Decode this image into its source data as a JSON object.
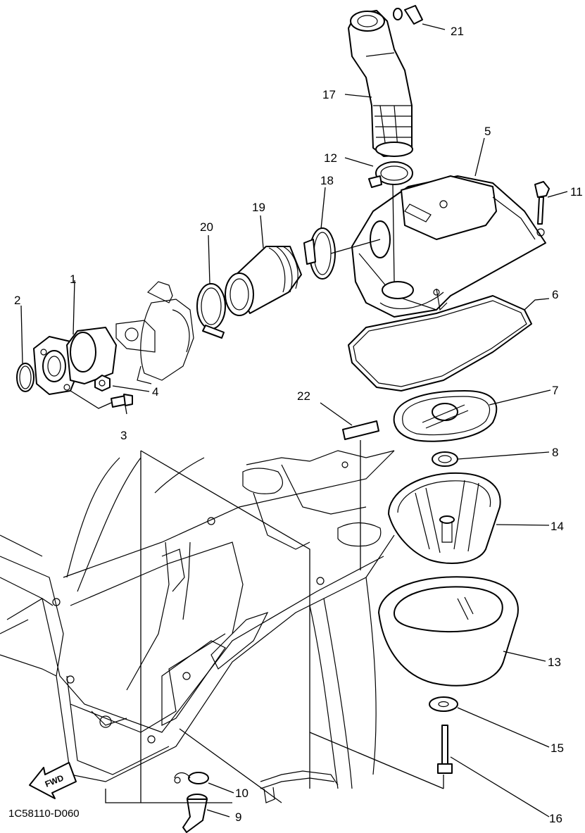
{
  "diagram": {
    "drawing_code": "1C58110-D060",
    "direction_label": "FWD",
    "callouts": [
      {
        "id": "c1",
        "label": "1"
      },
      {
        "id": "c2",
        "label": "2"
      },
      {
        "id": "c3",
        "label": "3"
      },
      {
        "id": "c4",
        "label": "4"
      },
      {
        "id": "c5",
        "label": "5"
      },
      {
        "id": "c6",
        "label": "6"
      },
      {
        "id": "c7",
        "label": "7"
      },
      {
        "id": "c8",
        "label": "8"
      },
      {
        "id": "c9",
        "label": "9"
      },
      {
        "id": "c10",
        "label": "10"
      },
      {
        "id": "c11",
        "label": "11"
      },
      {
        "id": "c12",
        "label": "12"
      },
      {
        "id": "c13",
        "label": "13"
      },
      {
        "id": "c14",
        "label": "14"
      },
      {
        "id": "c15",
        "label": "15"
      },
      {
        "id": "c16",
        "label": "16"
      },
      {
        "id": "c17",
        "label": "17"
      },
      {
        "id": "c18",
        "label": "18"
      },
      {
        "id": "c19",
        "label": "19"
      },
      {
        "id": "c20",
        "label": "20"
      },
      {
        "id": "c21",
        "label": "21"
      },
      {
        "id": "c22",
        "label": "22"
      }
    ]
  },
  "icons": {
    "fwd_arrow": "fwd-arrow-icon"
  }
}
